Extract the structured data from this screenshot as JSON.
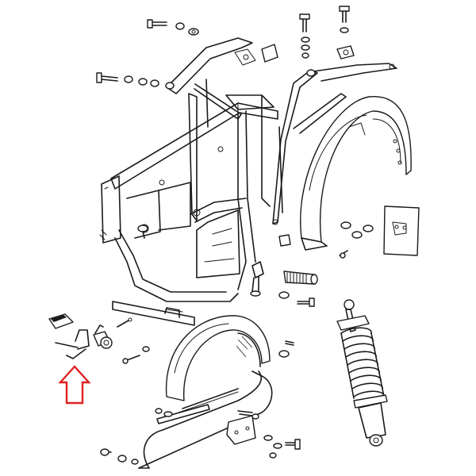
{
  "diagram": {
    "arrow_color": "#e02020",
    "line_color": "#1a1a1a",
    "background": "#ffffff",
    "callout": {
      "type": "arrow-up",
      "points_to": "side-stand-bracket"
    },
    "parts": [
      {
        "name": "frame",
        "icon": "motorcycle-frame"
      },
      {
        "name": "rear-subframe-left",
        "icon": "tubular-strut"
      },
      {
        "name": "rear-subframe-right",
        "icon": "tubular-strut"
      },
      {
        "name": "rear-mudguard",
        "icon": "fender"
      },
      {
        "name": "front-mudguard",
        "icon": "fender"
      },
      {
        "name": "shock-absorber",
        "icon": "coil-spring-damper"
      },
      {
        "name": "mudguard-stay",
        "icon": "tubular-stay"
      },
      {
        "name": "number-plate-bracket",
        "icon": "plate"
      },
      {
        "name": "centre-stand-bar",
        "icon": "flat-bar"
      },
      {
        "name": "side-stand-bracket",
        "icon": "bracket"
      },
      {
        "name": "footrest-rubber",
        "icon": "rubber-pad"
      },
      {
        "name": "swing-arm-spindle",
        "icon": "spindle"
      },
      {
        "name": "fasteners",
        "icon": "bolts-nuts-washers"
      }
    ]
  }
}
